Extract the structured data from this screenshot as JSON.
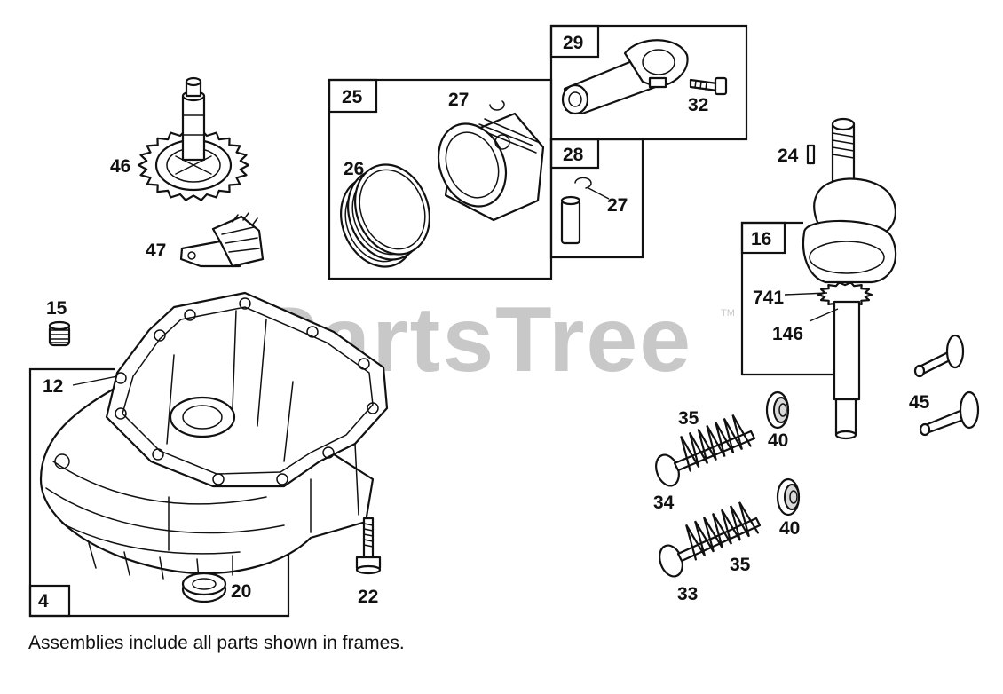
{
  "diagram": {
    "watermark": "PartsTree",
    "trademark": "TM",
    "note": "Assemblies include all parts shown in frames.",
    "frames": [
      {
        "id": "frame-4",
        "label": "4"
      },
      {
        "id": "frame-25",
        "label": "25"
      },
      {
        "id": "frame-28",
        "label": "28"
      },
      {
        "id": "frame-29",
        "label": "29"
      },
      {
        "id": "frame-16",
        "label": "16"
      }
    ],
    "callouts": {
      "p46": "46",
      "p47": "47",
      "p15": "15",
      "p12": "12",
      "p20": "20",
      "p22": "22",
      "p26": "26",
      "p27a": "27",
      "p27b": "27",
      "p32": "32",
      "p24": "24",
      "p741": "741",
      "p146": "146",
      "p45": "45",
      "p35a": "35",
      "p35b": "35",
      "p34": "34",
      "p33": "33",
      "p40a": "40",
      "p40b": "40"
    }
  }
}
